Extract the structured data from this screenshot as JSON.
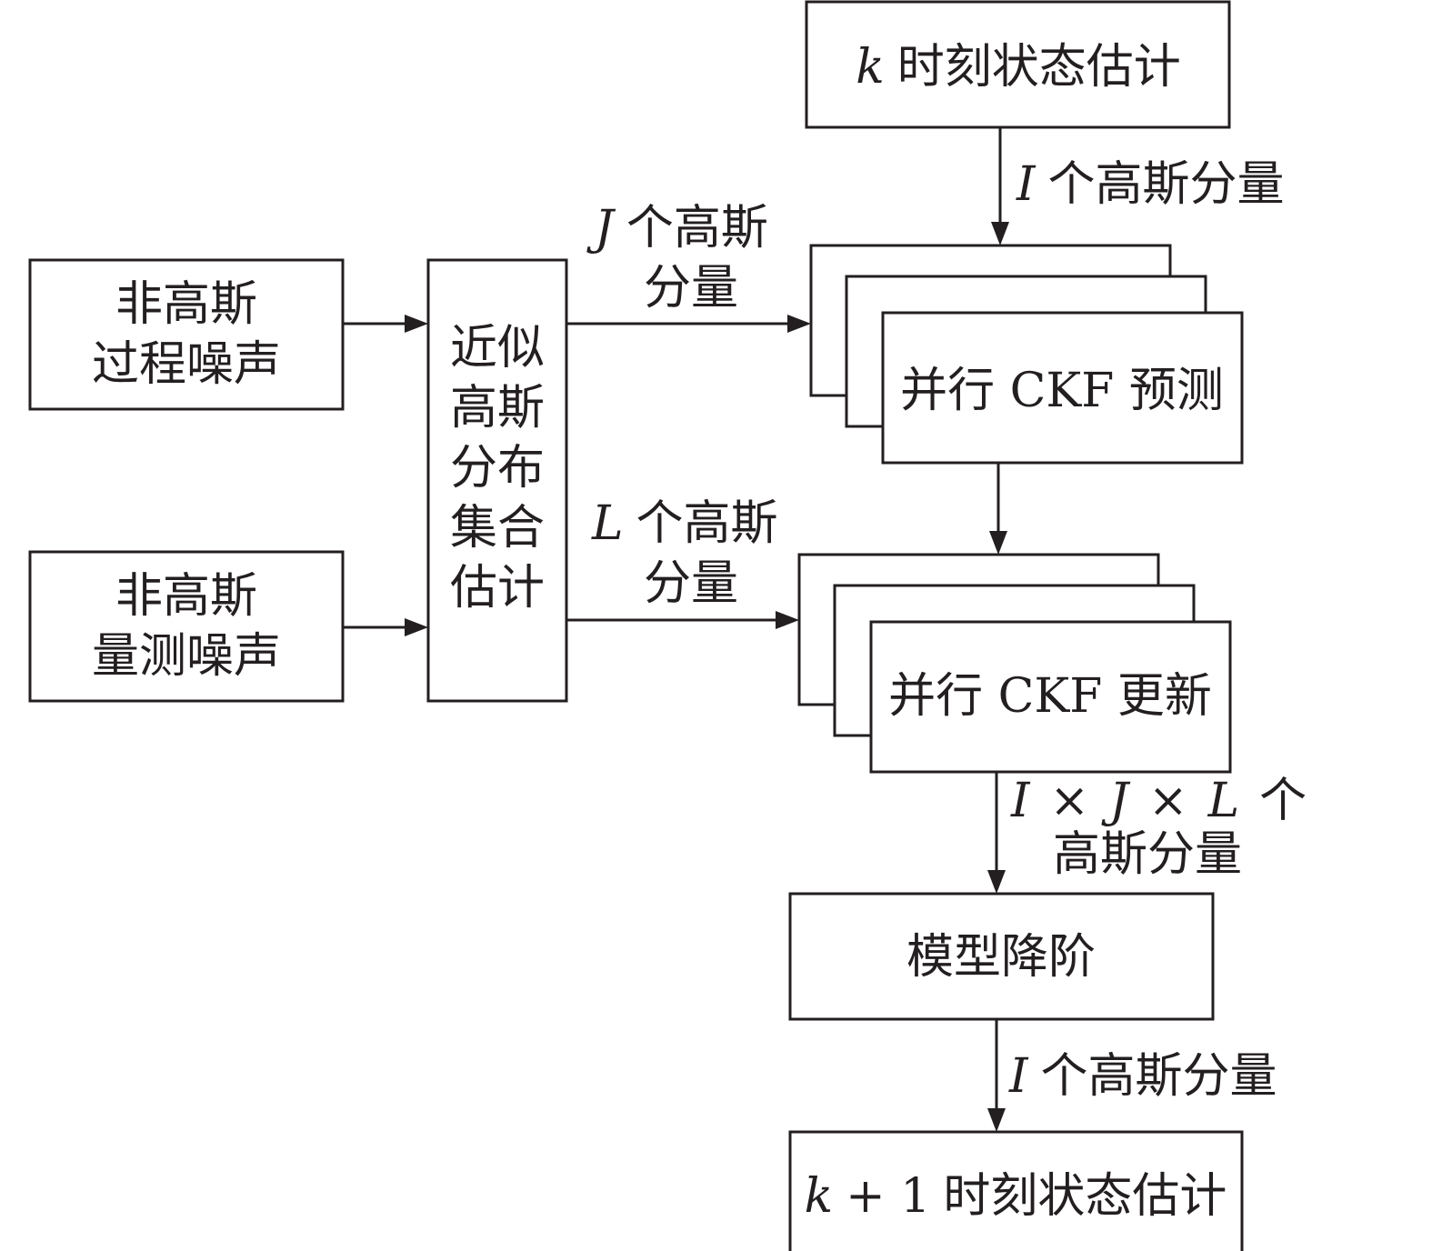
{
  "nodes": {
    "state_k": {
      "var": "k",
      "text": "时刻状态估计"
    },
    "proc_noise": {
      "line1": "非高斯",
      "line2": "过程噪声"
    },
    "meas_noise": {
      "line1": "非高斯",
      "line2": "量测噪声"
    },
    "approx": {
      "lines": [
        "近似",
        "高斯",
        "分布",
        "集合",
        "估计"
      ]
    },
    "predict": {
      "text": "并行 CKF 预测"
    },
    "update": {
      "text": "并行 CKF 更新"
    },
    "reduce": {
      "text": "模型降阶"
    },
    "state_k1": {
      "var": "k",
      "op": "+ 1",
      "text": "时刻状态估计"
    }
  },
  "edges": {
    "top_I": {
      "var": "I",
      "text": "个高斯分量"
    },
    "J": {
      "var": "J",
      "text": "个高斯",
      "line2": "分量"
    },
    "L": {
      "var": "L",
      "text": "个高斯",
      "line2": "分量"
    },
    "IJL": {
      "var_i": "I",
      "times": "×",
      "var_j": "J",
      "var_l": "L",
      "text": "个",
      "line2": "高斯分量"
    },
    "bottom_I": {
      "var": "I",
      "text": "个高斯分量"
    }
  }
}
